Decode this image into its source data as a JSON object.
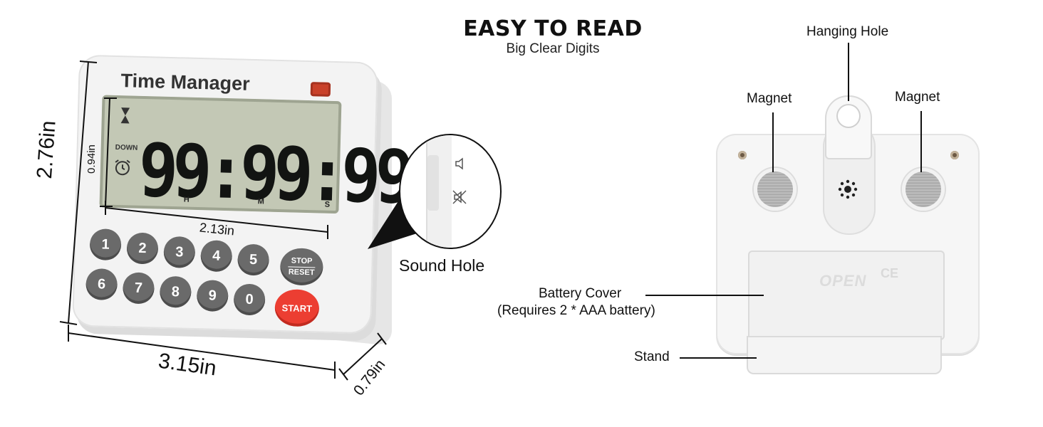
{
  "headline": {
    "title": "EASY TO READ",
    "subtitle": "Big Clear Digits"
  },
  "timer": {
    "brand": "Time Manager",
    "display": {
      "digits": "99:99:99",
      "down_label": "DOWN",
      "unit_h": "H",
      "unit_m": "M",
      "unit_s": "S"
    },
    "keys_row1": [
      "1",
      "2",
      "3",
      "4",
      "5"
    ],
    "keys_row2": [
      "6",
      "7",
      "8",
      "9",
      "0"
    ],
    "stop_top": "STOP",
    "stop_bottom": "RESET",
    "start": "START"
  },
  "dimensions": {
    "height": "2.76in",
    "width": "3.15in",
    "depth": "0.79in",
    "screen_width": "2.13in",
    "screen_height": "0.94in"
  },
  "callouts": {
    "sound_hole": "Sound Hole",
    "hanging_hole": "Hanging Hole",
    "magnet_left": "Magnet",
    "magnet_right": "Magnet",
    "battery_cover": "Battery Cover",
    "battery_note": "(Requires 2 * AAA battery)",
    "stand": "Stand"
  },
  "back": {
    "open_mark": "OPEN",
    "cert_mark": "CE"
  },
  "icons": [
    "hourglass-icon",
    "alarm-clock-icon",
    "speaker-icon",
    "speaker-muted-icon"
  ]
}
